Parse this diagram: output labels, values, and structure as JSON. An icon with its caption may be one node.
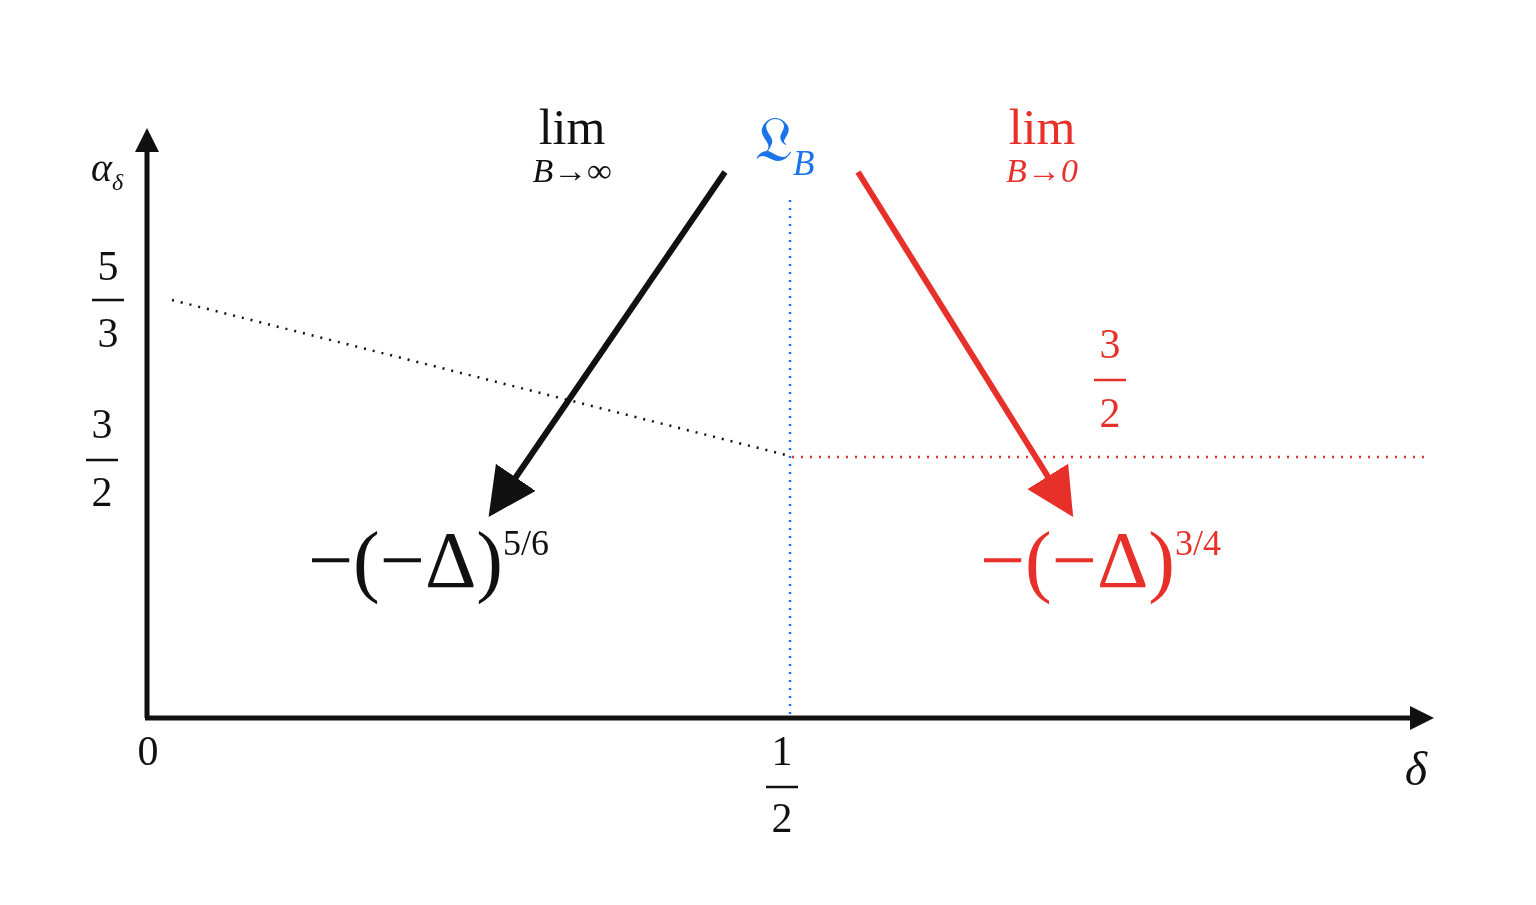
{
  "diagram": {
    "nodes": [
      {
        "text": [
          "𝔏$_{B}$"
        ]
      },
      {
        "text": [
          "−(−Δ)$^{5/6}$"
        ]
      },
      {
        "text": [
          "−(−Δ)$^{3/4}$"
        ]
      }
    ],
    "edges": [
      {
        "from": 0,
        "to": 1,
        "arrow": "to",
        "label": "lim$_{B→∞}$"
      },
      {
        "from": 0,
        "to": 2,
        "arrow": "to",
        "label": "lim$_{B→0}$",
        "color": "#e8302a"
      }
    ],
    "labels": [
      "α$_{δ}$",
      "5",
      "3",
      "3",
      "2",
      "0",
      "1",
      "2",
      "δ",
      "3",
      "2"
    ]
  }
}
